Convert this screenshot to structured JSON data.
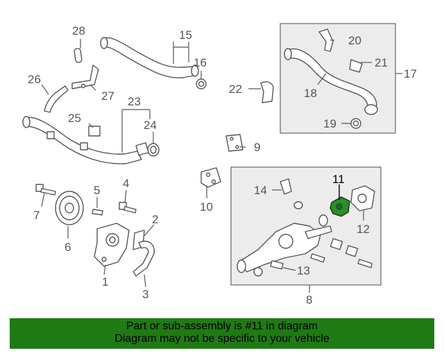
{
  "diagram": {
    "callouts": {
      "c1": "1",
      "c2": "2",
      "c3": "3",
      "c4": "4",
      "c5": "5",
      "c6": "6",
      "c7": "7",
      "c8": "8",
      "c9": "9",
      "c10": "10",
      "c11": "11",
      "c12": "12",
      "c13": "13",
      "c14": "14",
      "c15": "15",
      "c16": "16",
      "c17": "17",
      "c18": "18",
      "c19": "19",
      "c20": "20",
      "c21": "21",
      "c22": "22",
      "c23": "23",
      "c24": "24",
      "c25": "25",
      "c26": "26",
      "c27": "27",
      "c28": "28"
    },
    "highlight_part": "11",
    "highlight_color": "#2e8b2e"
  },
  "banner": {
    "line1": "Part or sub-assembly is #11 in diagram",
    "line2": "Diagram may not be specific to your vehicle",
    "background": "#1f7a14"
  }
}
